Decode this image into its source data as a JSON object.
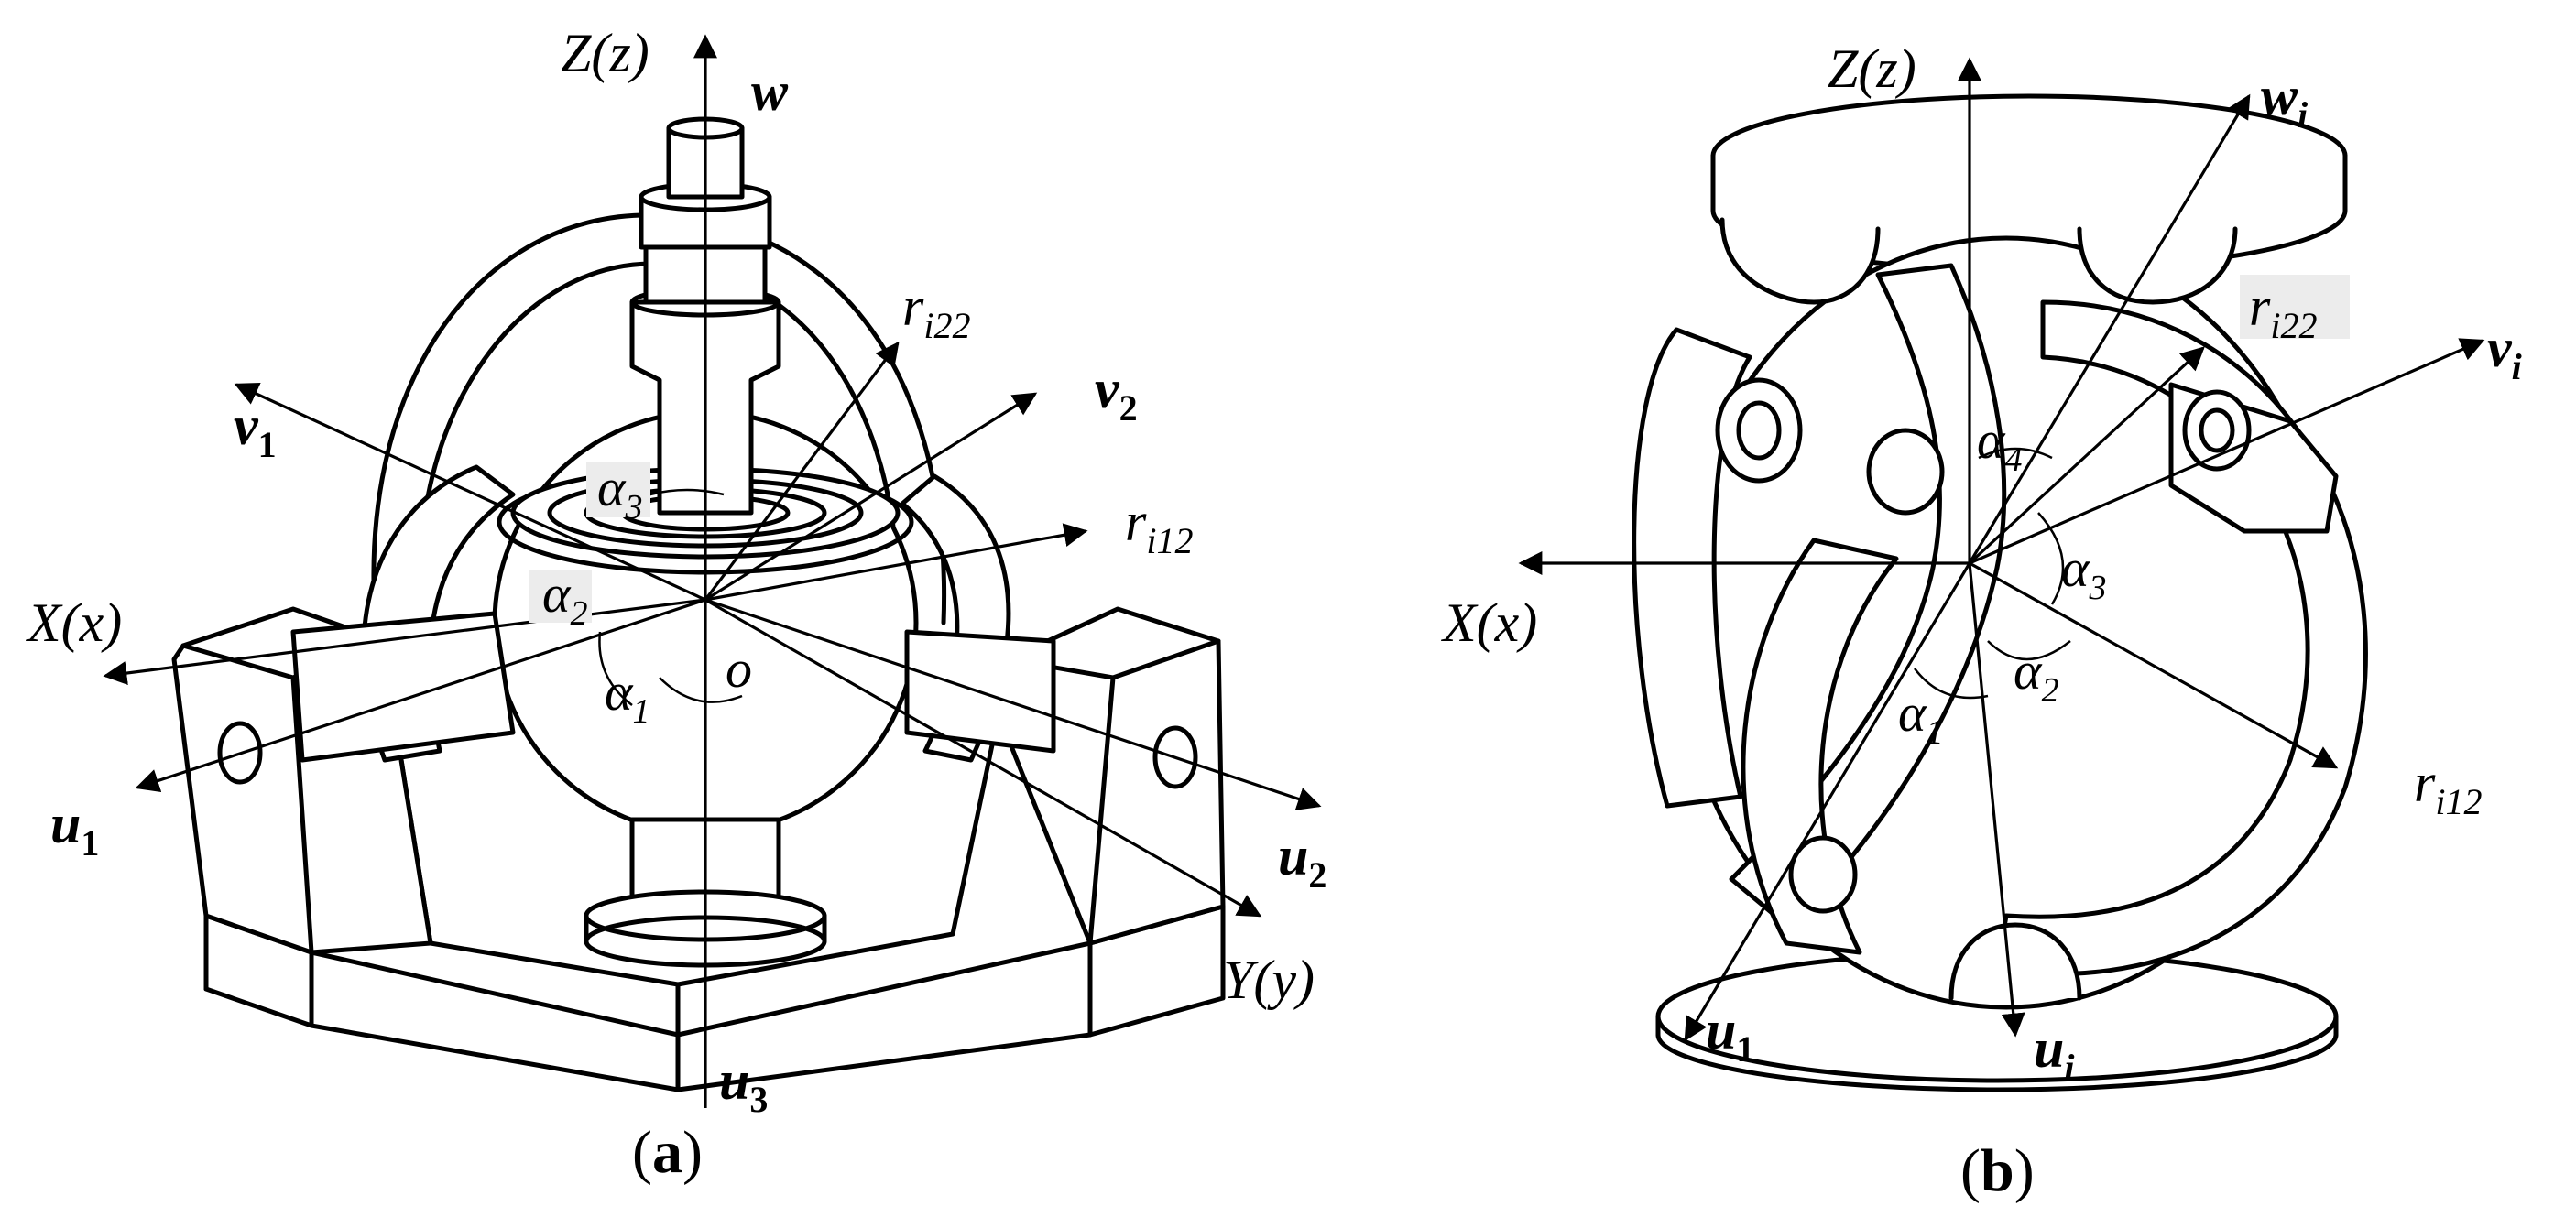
{
  "panel_a": {
    "caption_open": "(",
    "caption_letter": "a",
    "caption_close": ")",
    "labels": {
      "Z": {
        "main": "Z(z)"
      },
      "w": {
        "main": "w"
      },
      "v1": {
        "main": "v",
        "sub": "1"
      },
      "v2": {
        "main": "v",
        "sub": "2"
      },
      "ri22": {
        "main": "r",
        "sub": "i22"
      },
      "ri12": {
        "main": "r",
        "sub": "i12"
      },
      "alpha3": {
        "main": "α",
        "sub": "3"
      },
      "alpha2": {
        "main": "α",
        "sub": "2"
      },
      "alpha1": {
        "main": "α",
        "sub": "1"
      },
      "o": {
        "main": "o"
      },
      "X": {
        "main": "X(x)"
      },
      "u1": {
        "main": "u",
        "sub": "1"
      },
      "u2": {
        "main": "u",
        "sub": "2"
      },
      "u3": {
        "main": "u",
        "sub": "3"
      },
      "Y": {
        "main": "Y(y)"
      }
    }
  },
  "panel_b": {
    "caption_open": "(",
    "caption_letter": "b",
    "caption_close": ")",
    "labels": {
      "Z": {
        "main": "Z(z)"
      },
      "wi": {
        "main": "w",
        "sub": "i"
      },
      "ri22": {
        "main": "r",
        "sub": "i22"
      },
      "vi": {
        "main": "v",
        "sub": "i"
      },
      "alpha4": {
        "main": "α",
        "sub": "4"
      },
      "alpha3": {
        "main": "α",
        "sub": "3"
      },
      "alpha2": {
        "main": "α",
        "sub": "2"
      },
      "alpha1": {
        "main": "α",
        "sub": "1"
      },
      "X": {
        "main": "X(x)"
      },
      "ri12": {
        "main": "r",
        "sub": "i12"
      },
      "u1": {
        "main": "u",
        "sub": "1"
      },
      "ui": {
        "main": "u",
        "sub": "i"
      }
    }
  }
}
